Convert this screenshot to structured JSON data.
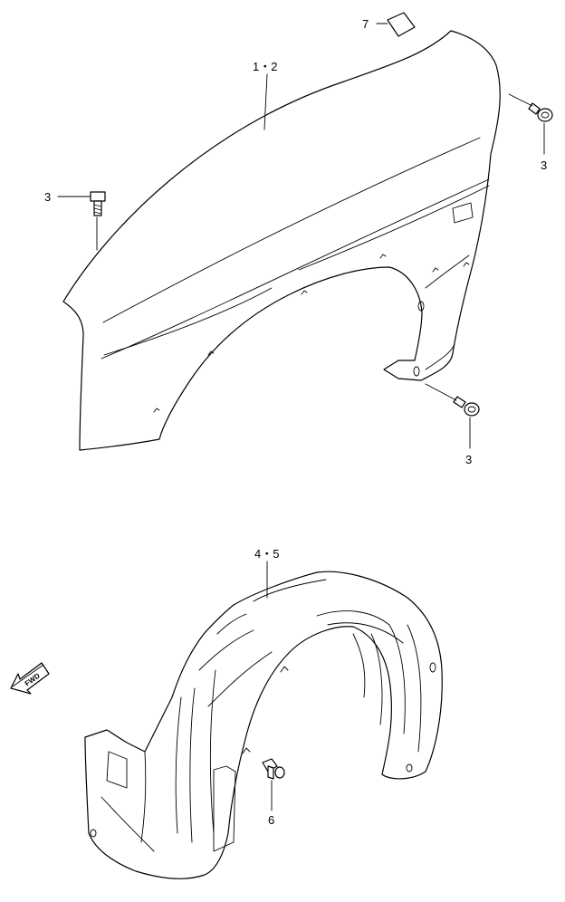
{
  "callouts": {
    "fender": "1・2",
    "bolt_left": "3",
    "bolt_top_right": "3",
    "bolt_lower": "3",
    "liner": "4・5",
    "clip": "6",
    "cap": "7"
  },
  "direction_arrow": {
    "text": "FWD"
  },
  "parts": [
    "fender-panel",
    "fender-liner",
    "bolt",
    "clip",
    "cap"
  ]
}
